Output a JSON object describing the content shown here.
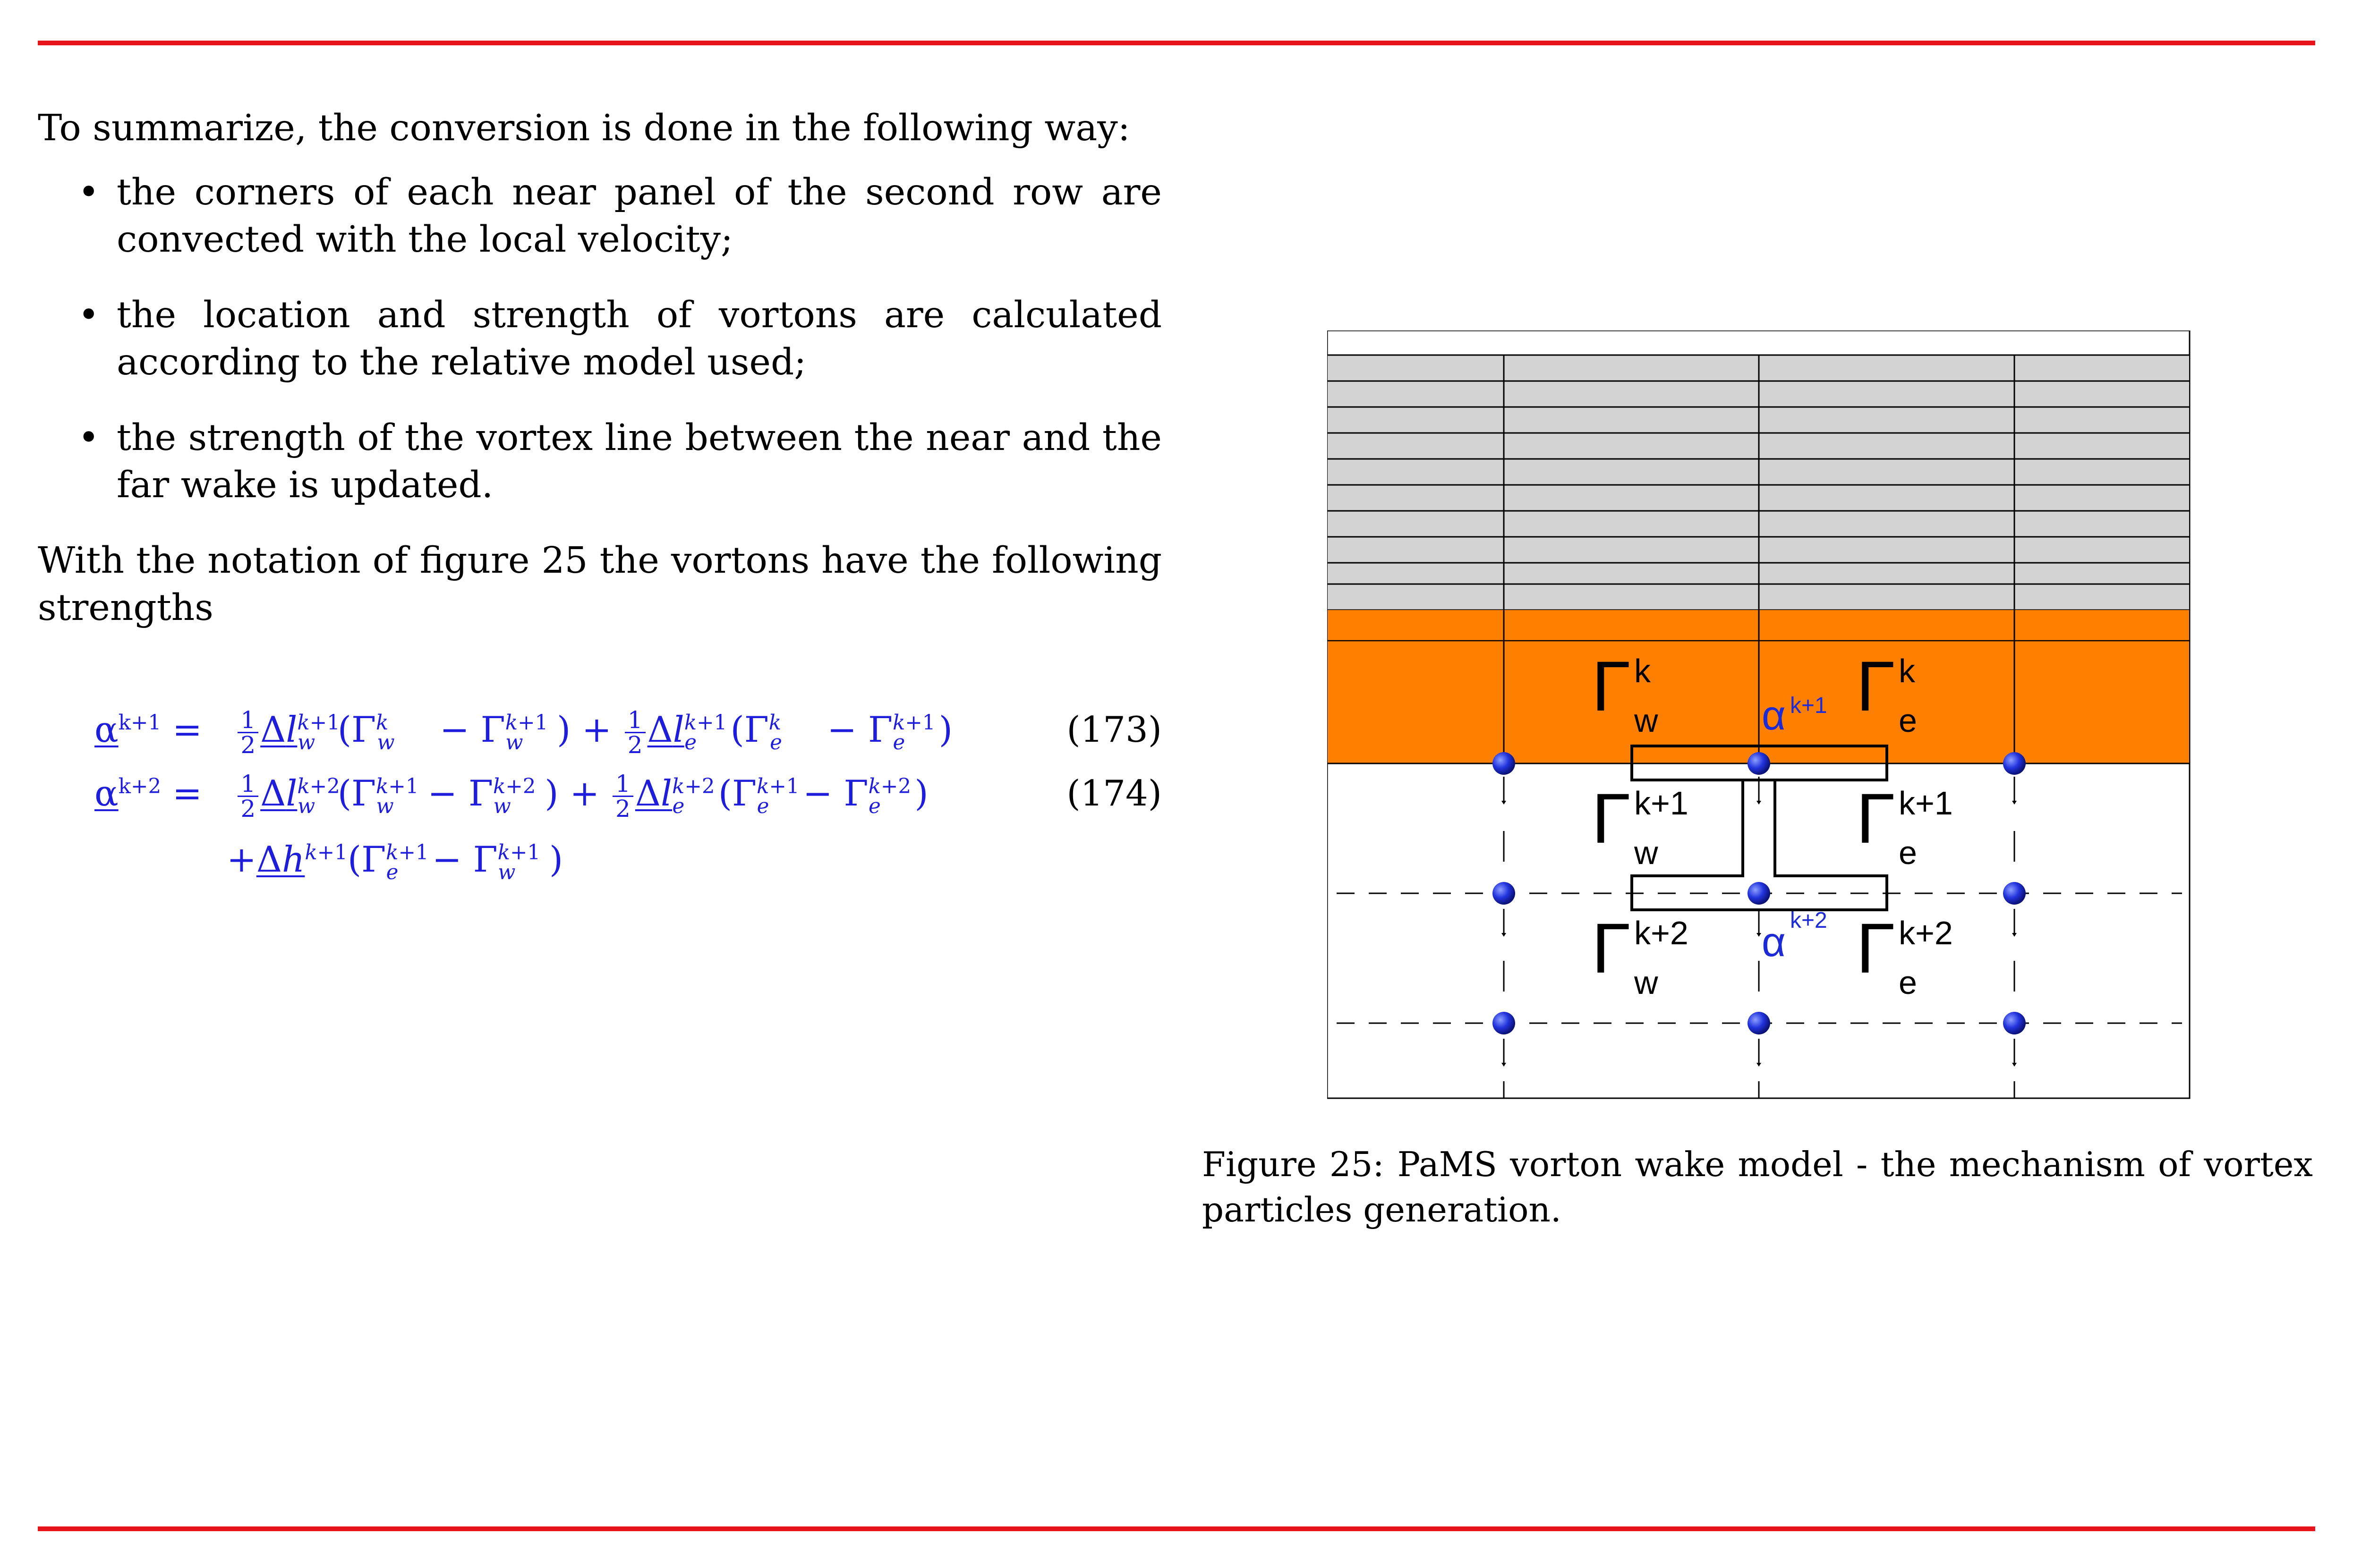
{
  "rules": {
    "color": "#e8141c"
  },
  "text": {
    "intro": "To summarize, the conversion is done in the following way:",
    "bullets": [
      "the corners of each near panel of the second row are convected with the local velocity;",
      "the location and strength of vortons are calculated according to the relative model used;",
      "the strength of the vortex line between the near and the far wake is updated."
    ],
    "notation_sentence": "With the notation of figure 25 the vortons have the following strengths"
  },
  "equations": [
    {
      "number": "(173)"
    },
    {
      "number": "(174)"
    }
  ],
  "figure": {
    "colors": {
      "upper_panels": "#d3d3d3",
      "near_wake_row": "#ff8000",
      "vortons": "#1d2bd6",
      "alpha_label": "#1d2bd6"
    },
    "labels": {
      "gamma": "Γ",
      "alpha": "α",
      "west": "w",
      "east": "e",
      "k": "k",
      "k1": "k+1",
      "k2": "k+2"
    }
  },
  "caption": {
    "label": "Figure 25:",
    "text": "PaMS vorton wake model - the mechanism of vortex particles generation."
  }
}
